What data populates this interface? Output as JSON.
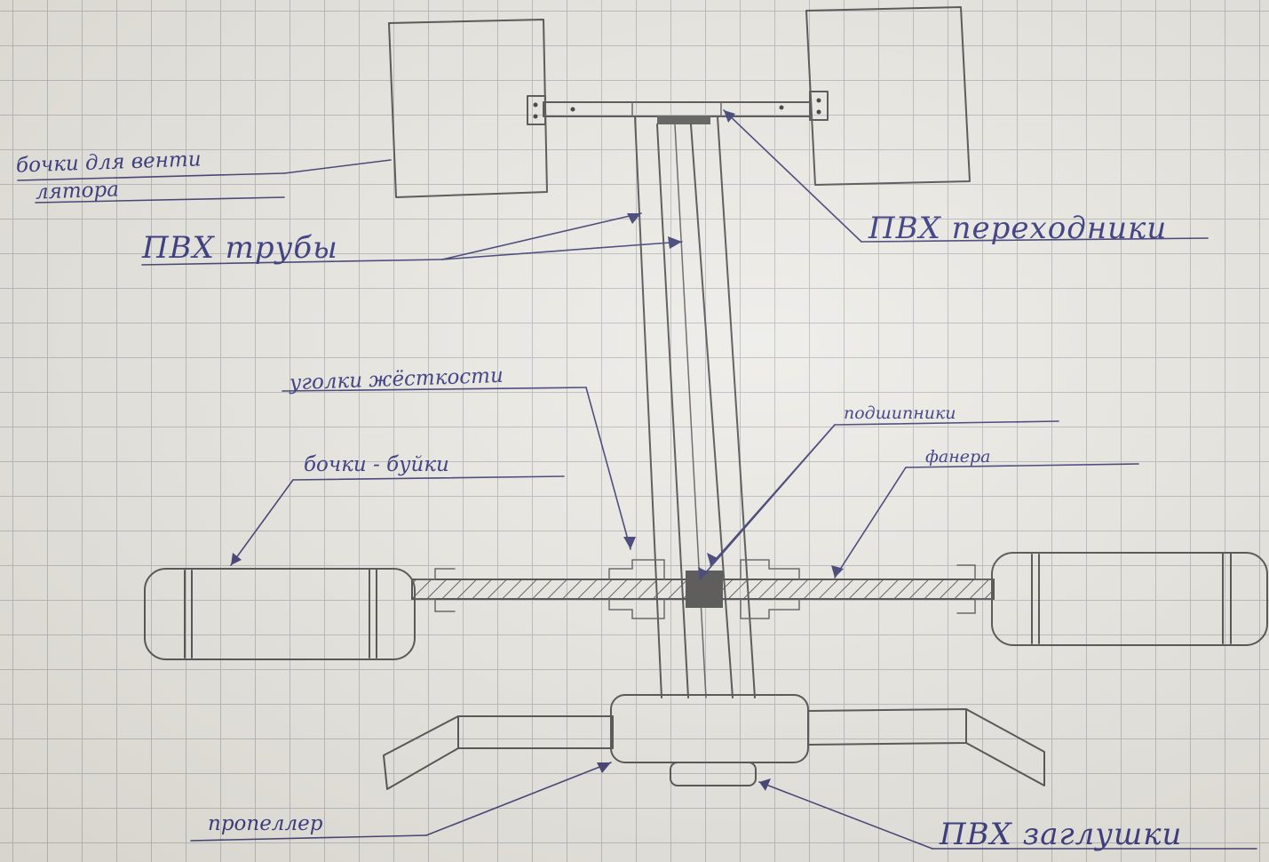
{
  "labels": {
    "fan_barrels_line1": "бочки для венти",
    "fan_barrels_line2": "лятора",
    "pvc_pipes": "ПВХ трубы",
    "pvc_adapters": "ПВХ переходники",
    "stiffness_pieces": "уголки жёсткости",
    "bearings": "подшипники",
    "plywood": "фанера",
    "buoy_barrels": "бочки - буйки",
    "propeller": "пропеллер",
    "pvc_plugs": "ПВХ заглушки"
  },
  "colors": {
    "paper": "#ecebe6",
    "grid": "#b9bbbd",
    "pencil": "#4a4a4a",
    "ink": "#2b2d7a"
  }
}
